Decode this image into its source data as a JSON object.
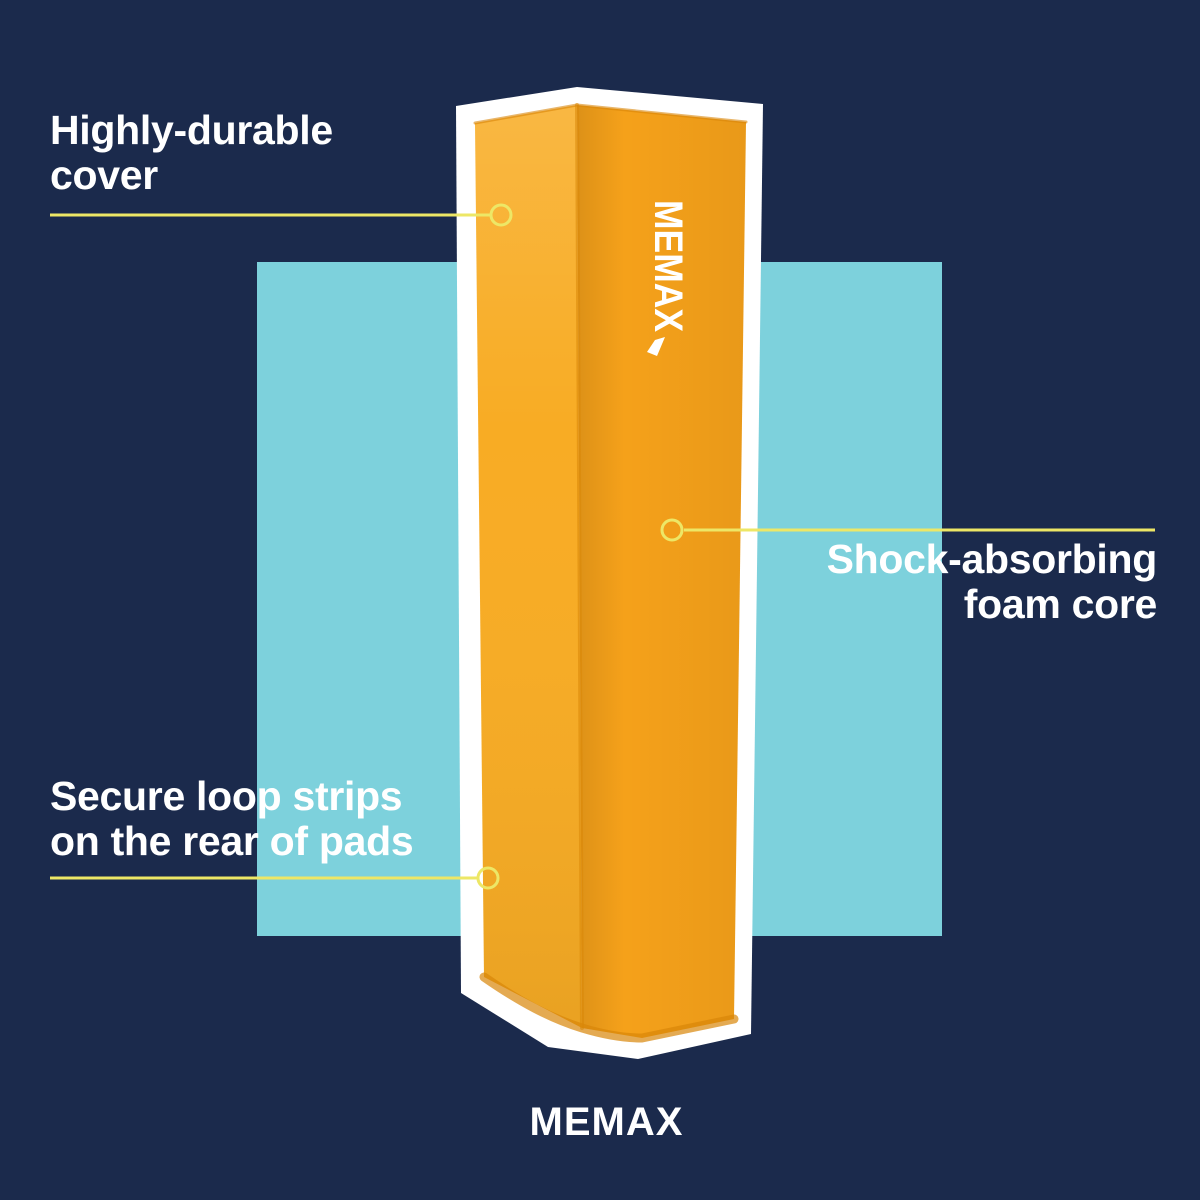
{
  "palette": {
    "navy": "#1B2A4C",
    "cyan": "#7DD1DC",
    "pad_front": "#F5A11A",
    "pad_side": "#F8AC24",
    "pad_seam": "#D98608",
    "sticker": "#FFFFFF",
    "accent_line": "#EDE766",
    "text": "#FFFFFF"
  },
  "product": {
    "brand_label": "MEMAX"
  },
  "callouts": [
    {
      "id": "durable-cover",
      "lines": [
        "Highly-durable",
        "cover"
      ]
    },
    {
      "id": "foam-core",
      "lines": [
        "Shock-absorbing",
        "foam core"
      ]
    },
    {
      "id": "loop-strips",
      "lines": [
        "Secure loop strips",
        "on the rear of pads"
      ]
    }
  ],
  "footer": {
    "logo": "MEMAX"
  }
}
